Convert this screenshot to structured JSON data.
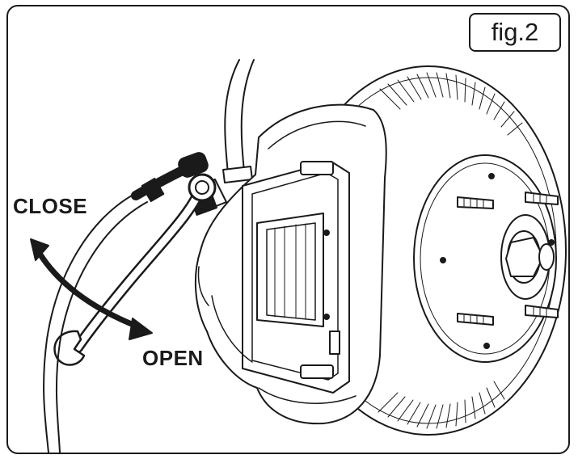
{
  "figure": {
    "label": "fig.2",
    "close_text": "CLOSE",
    "open_text": "OPEN",
    "colors": {
      "ink": "#1a1a1a",
      "paper": "#ffffff"
    },
    "icons": [
      "double-arrow-icon",
      "wrench-icon",
      "brake-disc-icon",
      "caliper-icon",
      "brake-hose-icon",
      "wheel-stud-icon"
    ]
  }
}
